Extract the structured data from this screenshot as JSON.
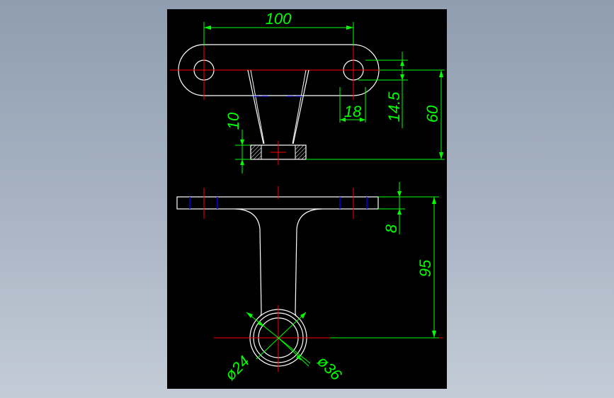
{
  "colors": {
    "background": "#000000",
    "outline": "#ffffff",
    "dimension": "#00ff00",
    "centerline": "#ff0000",
    "hidden": "#0000ff",
    "page": "#a3afbf"
  },
  "dimensions": {
    "top_width": "100",
    "hole_spacing": "18",
    "hole_height": "14.5",
    "overall_height_top": "60",
    "base_height": "10",
    "flange_thickness": "8",
    "overall_height_front": "95",
    "inner_diameter": "ø24",
    "outer_diameter": "ø36"
  }
}
